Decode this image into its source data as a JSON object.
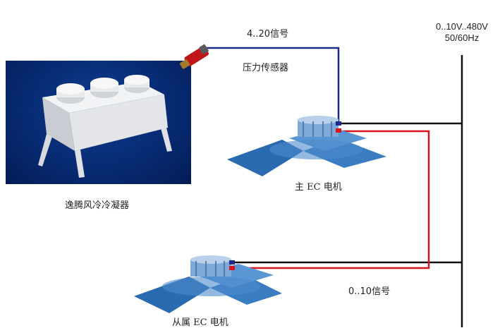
{
  "labels": {
    "pressure_signal": "4..20信号",
    "pressure_sensor": "压力传感器",
    "power_line1": "0..10V..480V",
    "power_line2": "50/60Hz",
    "condenser": "逸腾风冷冷凝器",
    "master_motor": "主 EC 电机",
    "slave_motor": "从属 EC 电机",
    "control_signal": "0..10信号"
  },
  "colors": {
    "signal_blue": "#1c2a8c",
    "control_red": "#d8141c",
    "power_black": "#111111",
    "photo_bg": "#06266a"
  }
}
